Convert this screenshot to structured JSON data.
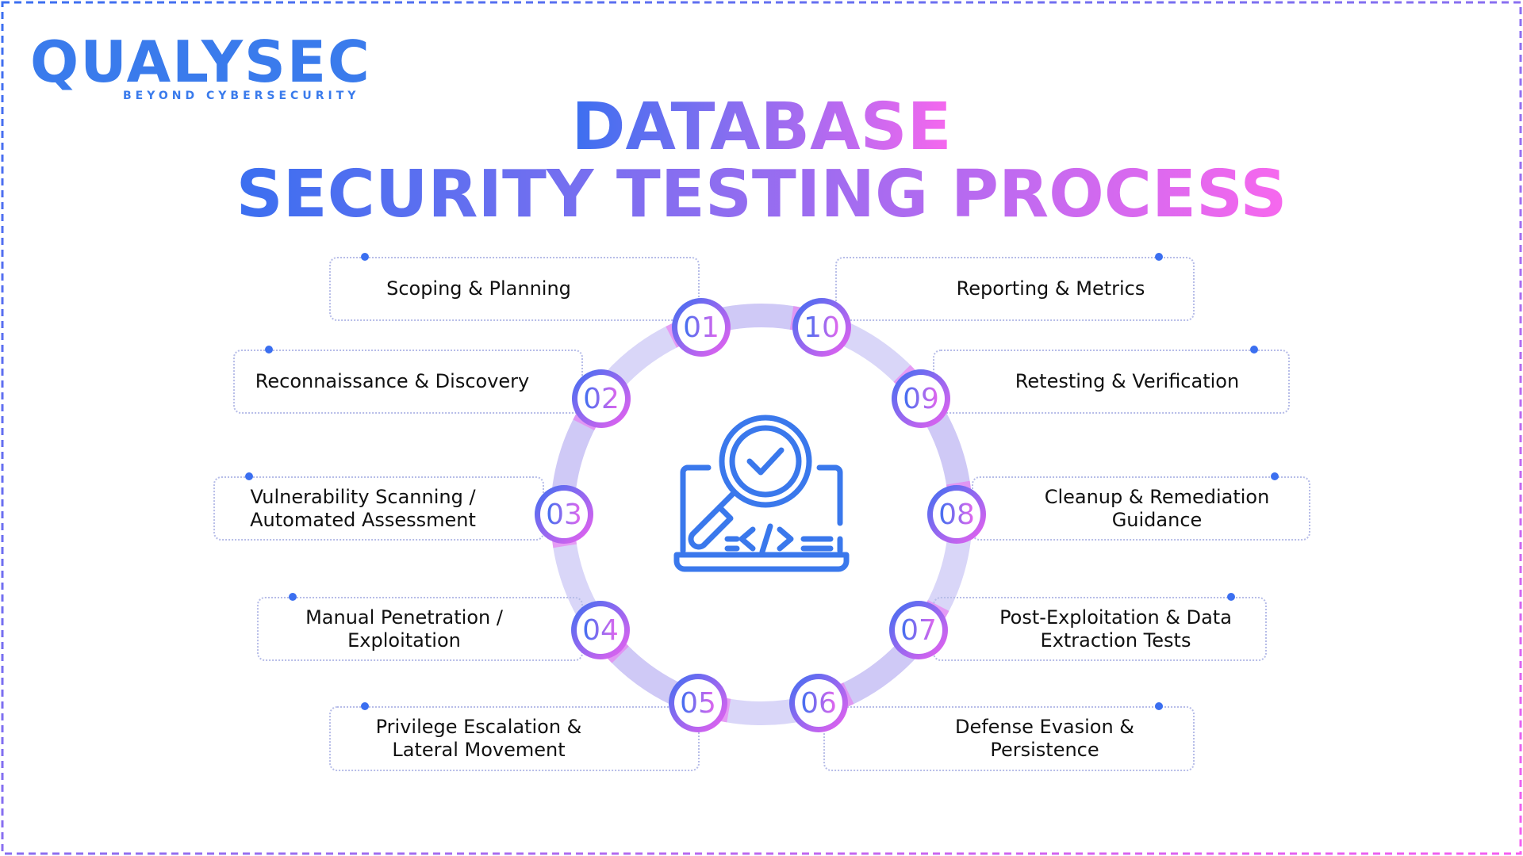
{
  "brand": {
    "name": "QUALYSEC",
    "tagline": "BEYOND CYBERSECURITY",
    "color": "#3a7bec"
  },
  "title": {
    "line1": "DATABASE",
    "line2": "SECURITY TESTING PROCESS"
  },
  "colors": {
    "gradient_start": "#3b6ff0",
    "gradient_end": "#f768ee",
    "text": "#111111"
  },
  "center_icon": "laptop-code-magnifier-check-icon",
  "steps": [
    {
      "number": "01",
      "label": "Scoping & Planning"
    },
    {
      "number": "02",
      "label": "Reconnaissance & Discovery"
    },
    {
      "number": "03",
      "label": "Vulnerability Scanning / Automated Assessment"
    },
    {
      "number": "04",
      "label": "Manual Penetration / Exploitation"
    },
    {
      "number": "05",
      "label": "Privilege Escalation & Lateral Movement"
    },
    {
      "number": "06",
      "label": "Defense Evasion & Persistence"
    },
    {
      "number": "07",
      "label": "Post-Exploitation & Data Extraction Tests"
    },
    {
      "number": "08",
      "label": "Cleanup & Remediation Guidance"
    },
    {
      "number": "09",
      "label": "Retesting & Verification"
    },
    {
      "number": "10",
      "label": "Reporting & Metrics"
    }
  ]
}
